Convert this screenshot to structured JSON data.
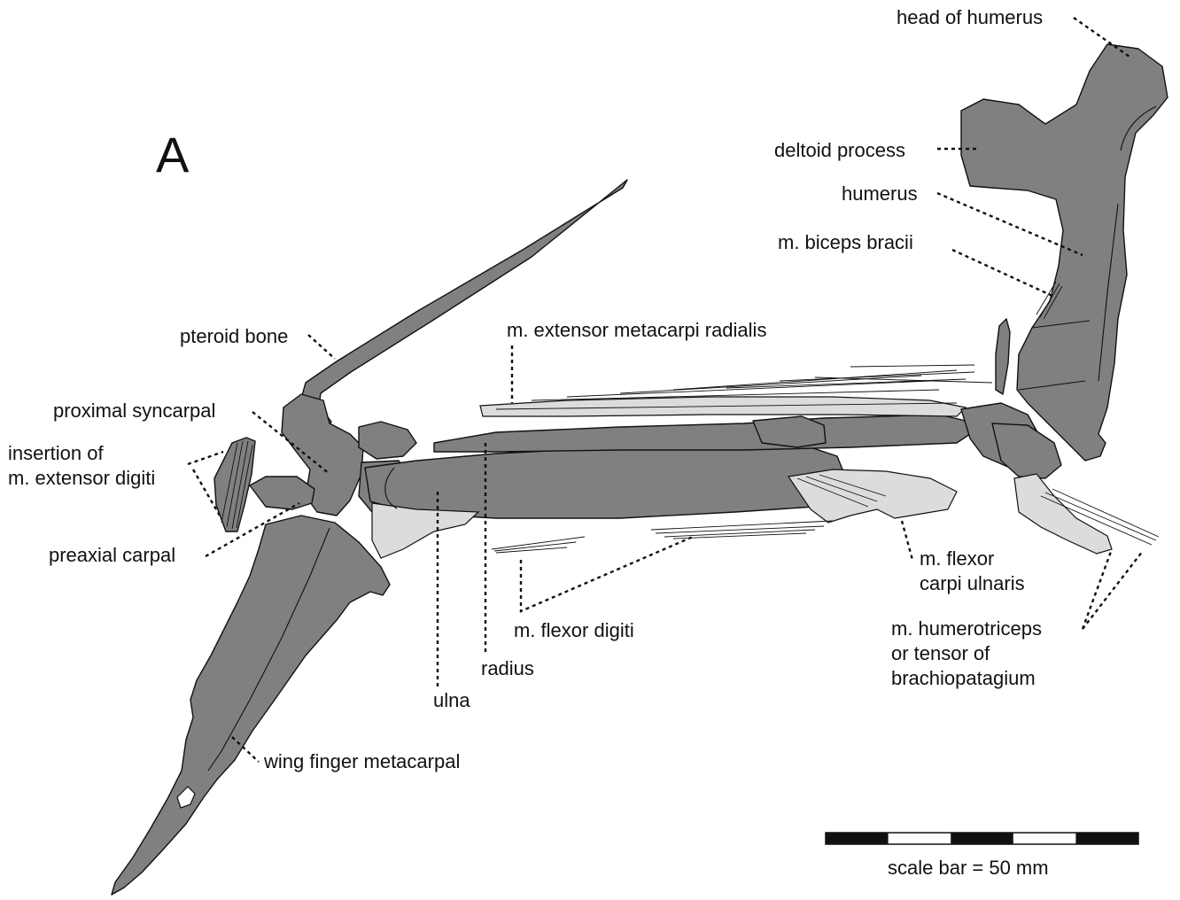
{
  "panel_label": "A",
  "labels": {
    "head_of_humerus": "head of humerus",
    "deltoid_process": "deltoid process",
    "humerus": "humerus",
    "biceps": "m. biceps bracii",
    "extensor_metacarpi": "m. extensor metacarpi radialis",
    "pteroid_bone": "pteroid bone",
    "proximal_syncarpal": "proximal syncarpal",
    "insertion_line1": "insertion of",
    "insertion_line2": "m. extensor digiti",
    "preaxial_carpal": "preaxial carpal",
    "flexor_carpi_line1": "m. flexor",
    "flexor_carpi_line2": "carpi ulnaris",
    "flexor_digiti": "m. flexor digiti",
    "humerotriceps_line1": "m. humerotriceps",
    "humerotriceps_line2": "or tensor of",
    "humerotriceps_line3": "brachiopatagium",
    "radius": "radius",
    "ulna": "ulna",
    "wing_finger_metacarpal": "wing finger metacarpal"
  },
  "scale_bar": {
    "label": "scale bar = 50 mm",
    "segments": 5
  },
  "colors": {
    "bone": "#808080",
    "cartilage": "#dcdcdc",
    "ink": "#111111",
    "background": "#ffffff"
  }
}
